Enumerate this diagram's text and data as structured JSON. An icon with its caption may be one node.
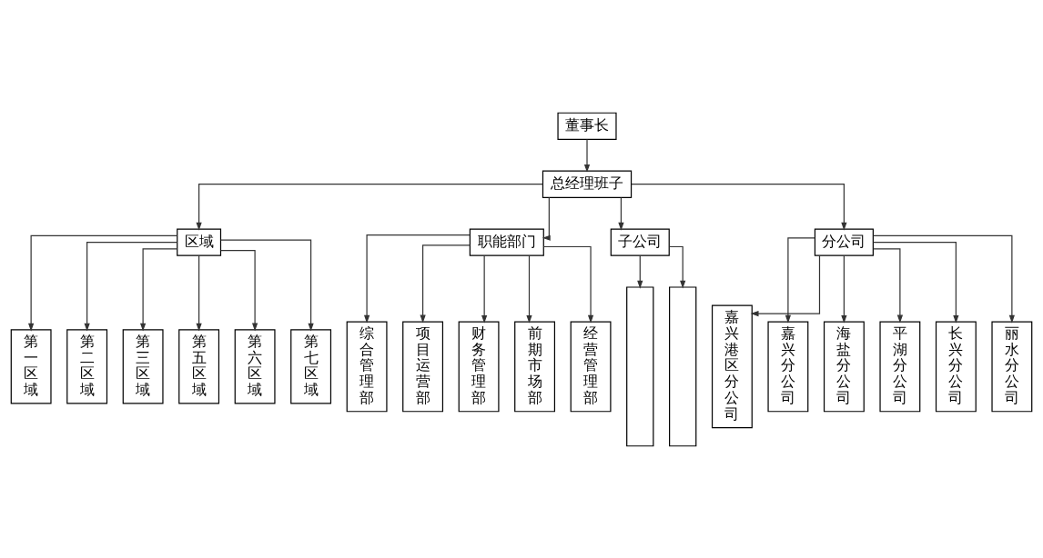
{
  "diagram": {
    "nodes": [
      {
        "text": [
          "董事长"
        ]
      },
      {
        "text": [
          "总经理班子"
        ]
      },
      {
        "text": [
          "区域"
        ]
      },
      {
        "text": [
          "职能部门"
        ]
      },
      {
        "text": [
          "子公司"
        ]
      },
      {
        "text": [
          "分公司"
        ]
      },
      {
        "text": [
          "第一区域"
        ]
      },
      {
        "text": [
          "第二区域"
        ]
      },
      {
        "text": [
          "第三区域"
        ]
      },
      {
        "text": [
          "第五区域"
        ]
      },
      {
        "text": [
          "第六区域"
        ]
      },
      {
        "text": [
          "第七区域"
        ]
      },
      {
        "text": [
          "综合管理部"
        ]
      },
      {
        "text": [
          "项目运营部"
        ]
      },
      {
        "text": [
          "财务管理部"
        ]
      },
      {
        "text": [
          "前期市场部"
        ]
      },
      {
        "text": [
          "经营管理部"
        ]
      },
      {
        "text": [],
        "shape": "box"
      },
      {
        "text": [],
        "shape": "box"
      },
      {
        "text": [
          "嘉兴港区分公司"
        ]
      },
      {
        "text": [
          "嘉兴分公司"
        ]
      },
      {
        "text": [
          "海盐分公司"
        ]
      },
      {
        "text": [
          "平湖分公司"
        ]
      },
      {
        "text": [
          "长兴分公司"
        ]
      },
      {
        "text": [
          "丽水分公司"
        ]
      }
    ],
    "edges": [
      {
        "from": 0,
        "to": 1,
        "arrow": "to"
      },
      {
        "from": 1,
        "to": 2,
        "arrow": "to"
      },
      {
        "from": 1,
        "to": 3,
        "arrow": "to"
      },
      {
        "from": 1,
        "to": 4,
        "arrow": "to"
      },
      {
        "from": 1,
        "to": 5,
        "arrow": "to"
      },
      {
        "from": 2,
        "to": 6,
        "arrow": "to"
      },
      {
        "from": 2,
        "to": 7,
        "arrow": "to"
      },
      {
        "from": 2,
        "to": 8,
        "arrow": "to"
      },
      {
        "from": 2,
        "to": 9,
        "arrow": "to"
      },
      {
        "from": 2,
        "to": 10,
        "arrow": "to"
      },
      {
        "from": 2,
        "to": 11,
        "arrow": "to"
      },
      {
        "from": 3,
        "to": 12,
        "arrow": "to"
      },
      {
        "from": 3,
        "to": 13,
        "arrow": "to"
      },
      {
        "from": 3,
        "to": 14,
        "arrow": "to"
      },
      {
        "from": 3,
        "to": 15,
        "arrow": "to"
      },
      {
        "from": 3,
        "to": 16,
        "arrow": "to"
      },
      {
        "from": 4,
        "to": 17,
        "arrow": "to"
      },
      {
        "from": 4,
        "to": 18,
        "arrow": "to"
      },
      {
        "from": 5,
        "to": 19,
        "arrow": "to"
      },
      {
        "from": 5,
        "to": 20,
        "arrow": "to"
      },
      {
        "from": 5,
        "to": 21,
        "arrow": "to"
      },
      {
        "from": 5,
        "to": 22,
        "arrow": "to"
      },
      {
        "from": 5,
        "to": 23,
        "arrow": "to"
      },
      {
        "from": 5,
        "to": 24,
        "arrow": "to"
      }
    ]
  }
}
